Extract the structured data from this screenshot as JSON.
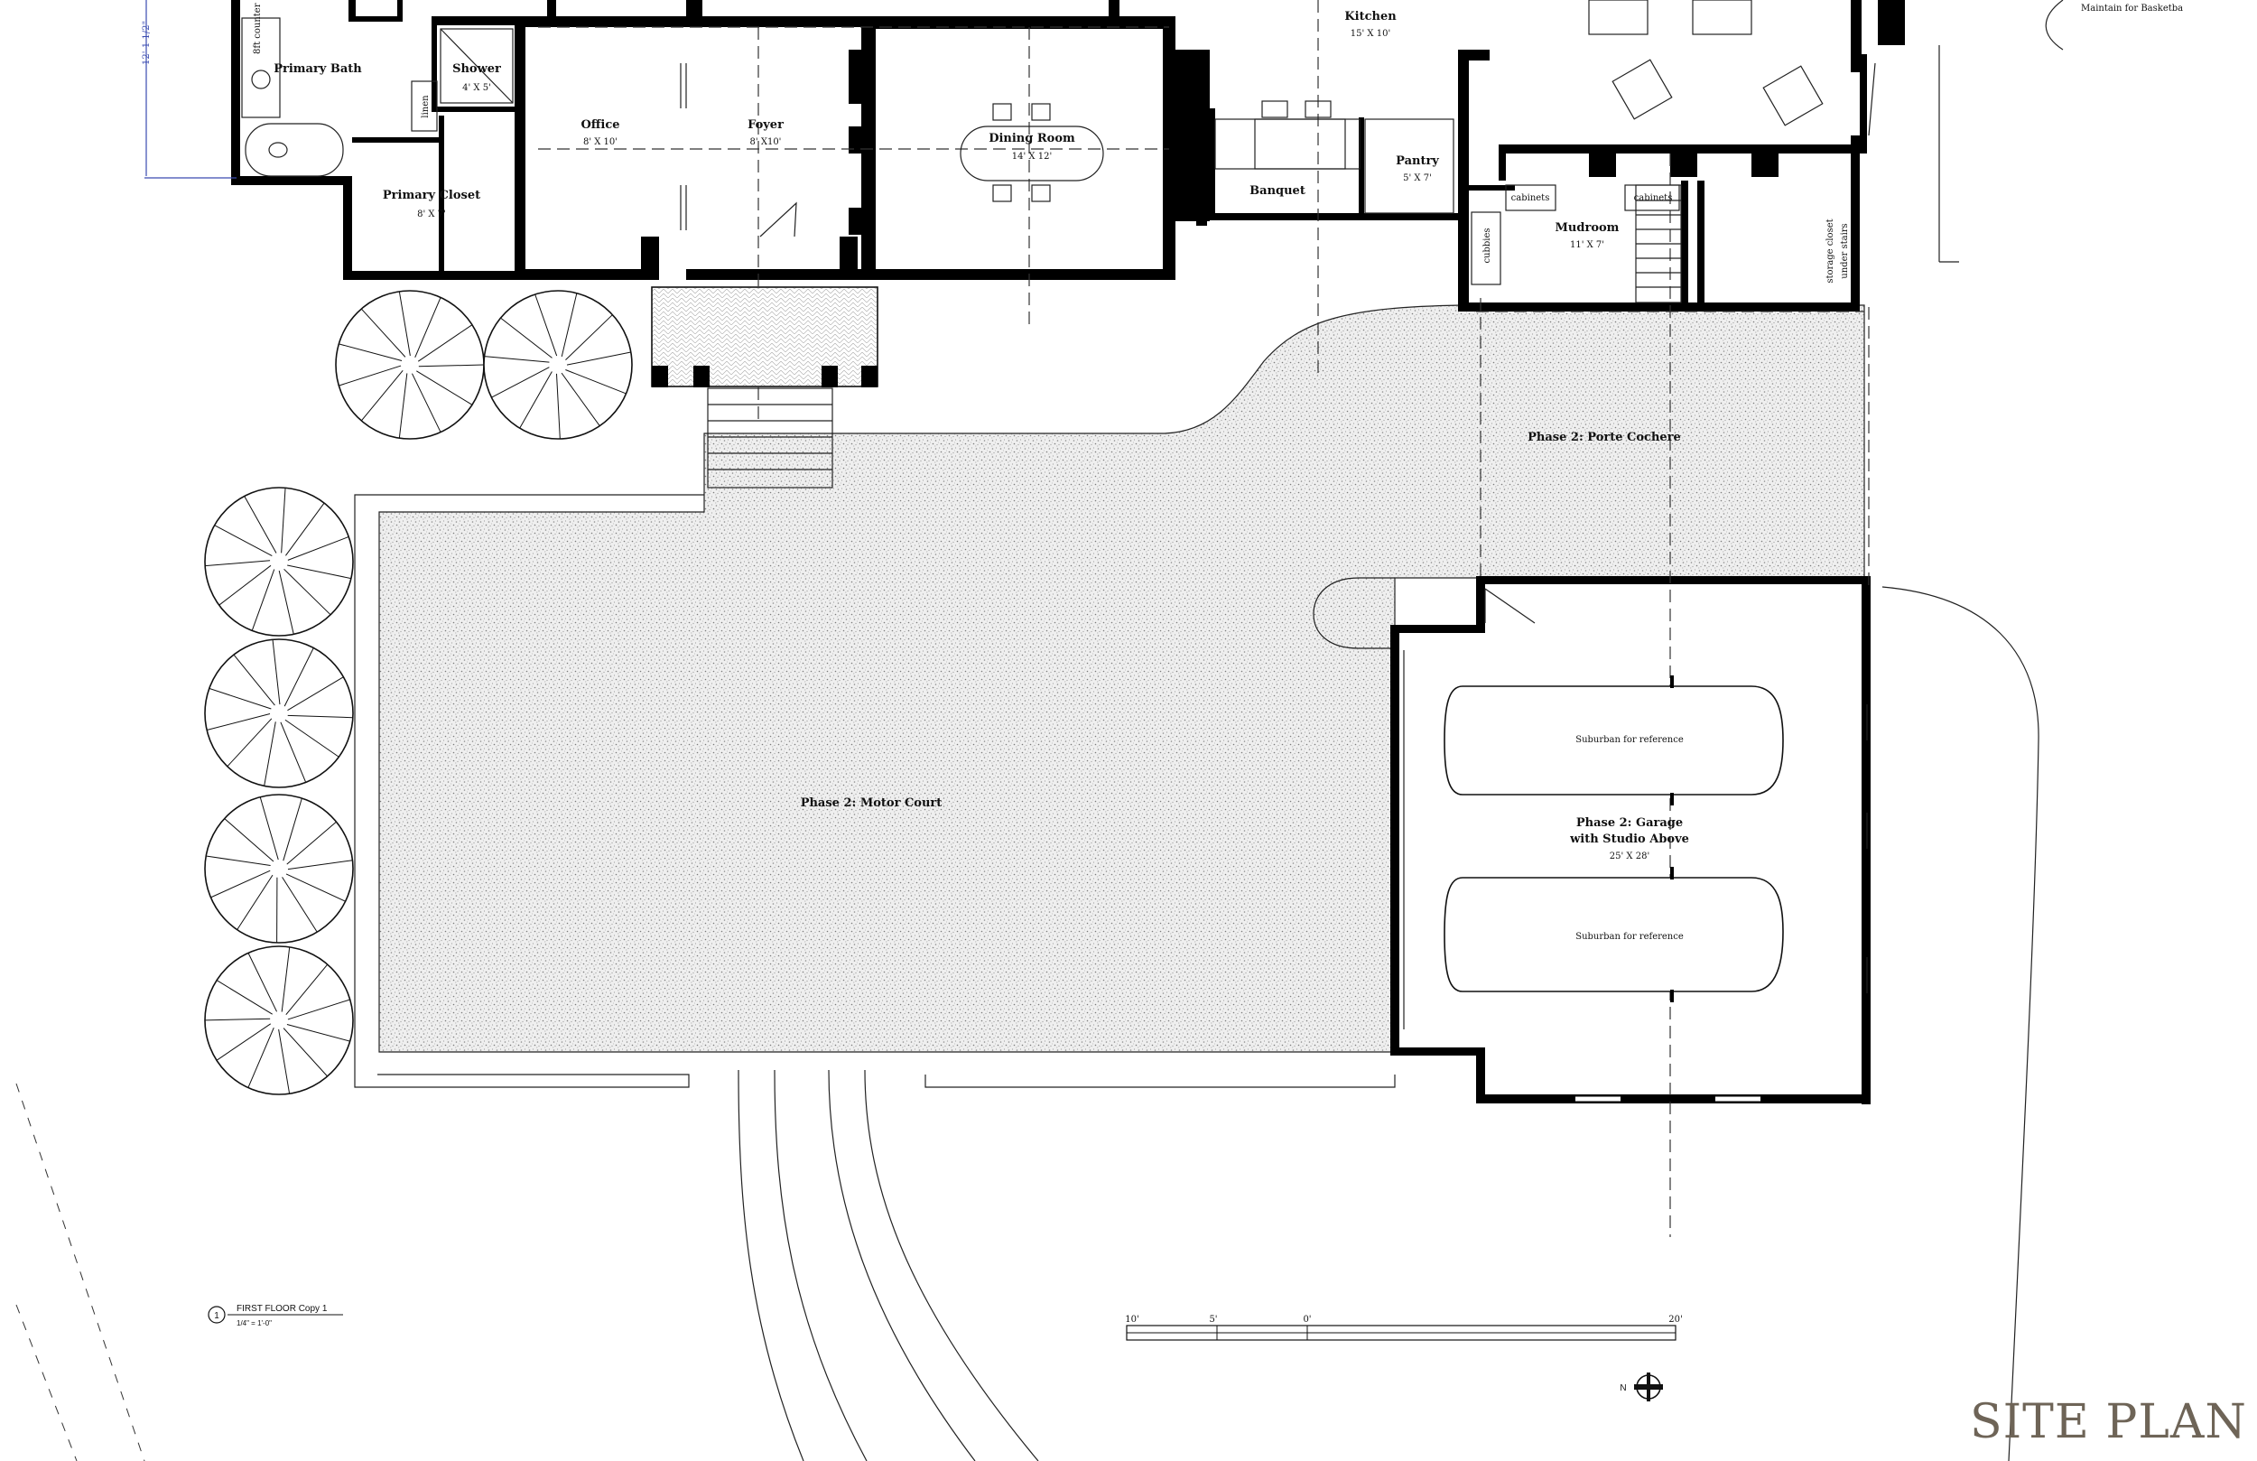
{
  "title": "SITE PLAN",
  "view_title": {
    "number": "1",
    "name": "FIRST FLOOR Copy 1",
    "scale": "1/4\" = 1'-0\""
  },
  "top_notes": {
    "dimension": "12'-1 1/2\"",
    "counter": "8ft counter",
    "basketball": "Maintain for Basketba"
  },
  "rooms": {
    "primary_bath": "Primary Bath",
    "shower": "Shower",
    "shower_dim": "4' X 5'",
    "linen": "linen",
    "primary_closet": "Primary Closet",
    "primary_closet_dim": "8' X 7'",
    "office": "Office",
    "office_dim": "8' X 10'",
    "foyer": "Foyer",
    "foyer_dim": "8' X10'",
    "dining": "Dining Room",
    "dining_dim": "14' X 12'",
    "kitchen": "Kitchen",
    "kitchen_dim": "15' X 10'",
    "banquet": "Banquet",
    "pantry": "Pantry",
    "pantry_dim": "5' X 7'",
    "mudroom": "Mudroom",
    "mudroom_dim": "11' X 7'",
    "cabinets_a": "cabinets",
    "cabinets_b": "cabinets",
    "cubbies": "cubbies",
    "storage_1": "storage closet",
    "storage_2": "under stairs"
  },
  "site": {
    "porte_cochere": "Phase 2: Porte Cochere",
    "motor_court": "Phase 2: Motor Court",
    "garage_1": "Phase 2: Garage",
    "garage_2": "with Studio Above",
    "garage_dim": "25' X 28'",
    "car_1": "Suburban for reference",
    "car_2": "Suburban for reference"
  },
  "scale_bar": {
    "t10": "10'",
    "t5": "5'",
    "t0": "0'",
    "t20": "20'"
  },
  "north": "N"
}
